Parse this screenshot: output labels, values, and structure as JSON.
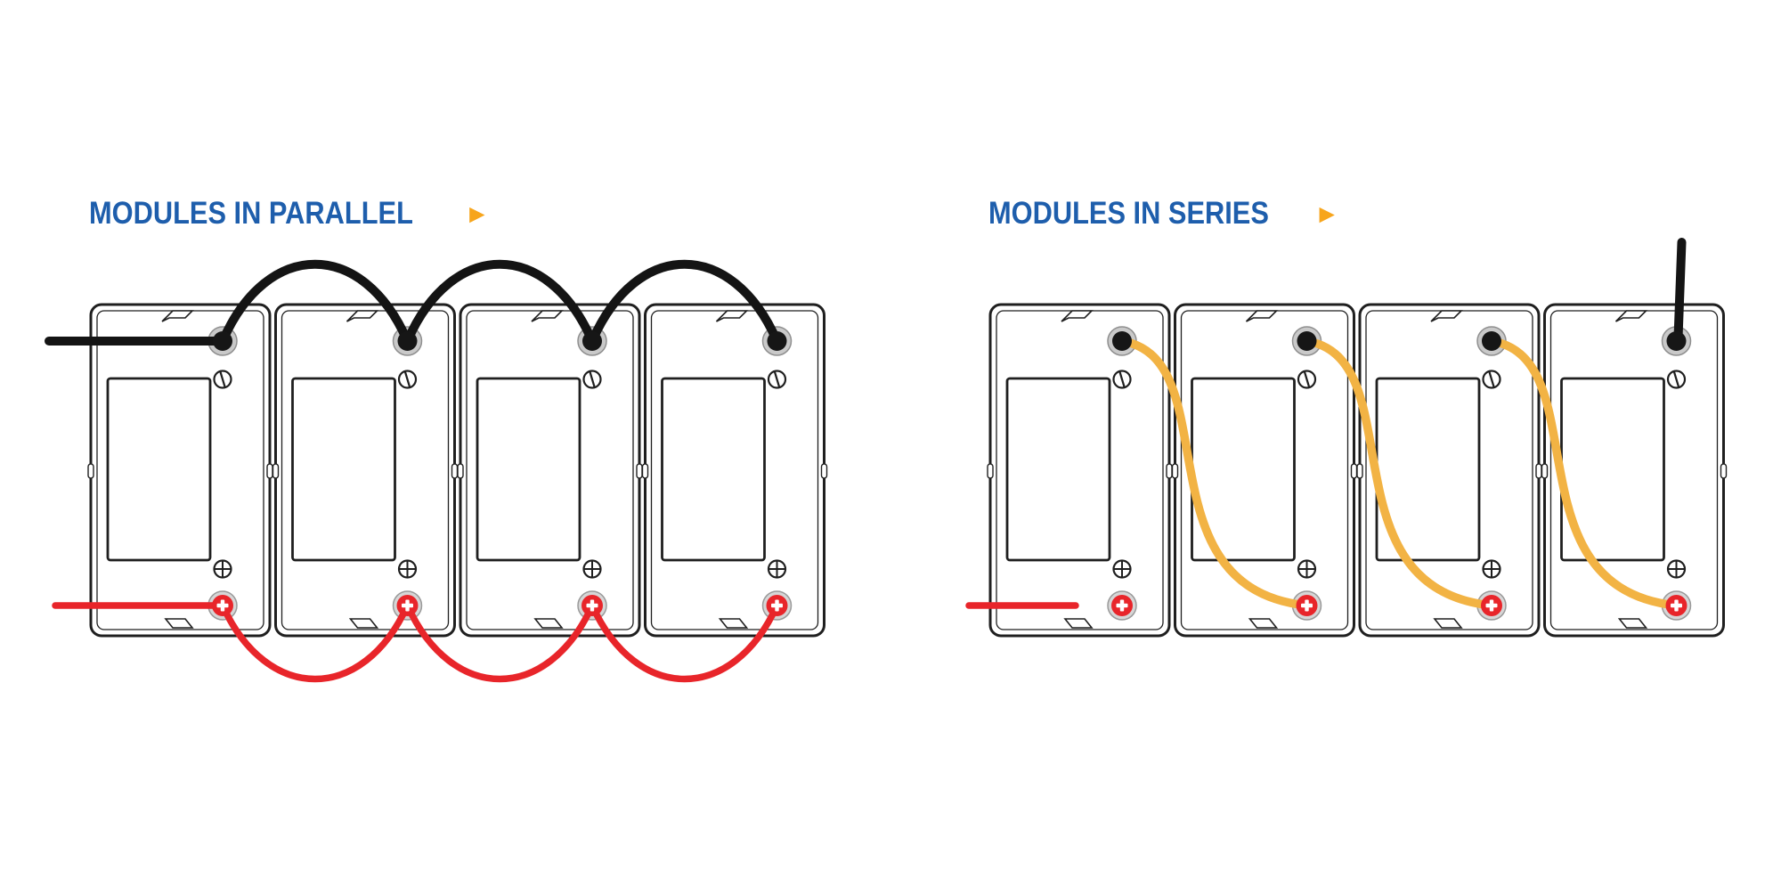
{
  "page": {
    "background_color": "#ffffff"
  },
  "colors": {
    "heading_blue": "#1e5eac",
    "arrow_orange": "#f7a51c",
    "line_dark": "#1f1f1f",
    "wire_black": "#141414",
    "wire_red": "#e8252a",
    "wire_yellow": "#f2b344",
    "terminal_ring_gray": "#c9c9c9"
  },
  "diagrams": [
    {
      "id": "parallel",
      "title": "MODULES IN PARALLEL",
      "arrow_glyph": "▶",
      "module_count": 4,
      "connection": "parallel",
      "wires": {
        "negative_bus_color": "#141414",
        "positive_bus_color": "#e8252a",
        "top_bus": "black arcs join all top (negative) terminals",
        "bottom_bus": "red arcs join all bottom (positive) terminals",
        "negative_lead": "black lead exits left from first module top terminal",
        "positive_lead": "red lead exits left from first module bottom terminal"
      }
    },
    {
      "id": "series",
      "title": "MODULES IN SERIES",
      "arrow_glyph": "▶",
      "module_count": 4,
      "connection": "series",
      "wires": {
        "jumper_color": "#f2b344",
        "negative_lead_color": "#141414",
        "positive_lead_color": "#e8252a",
        "jumpers": "yellow jumpers connect each module top terminal to the next module bottom terminal",
        "positive_lead": "short red stub at lower left of first module",
        "negative_lead": "black lead exits upward from last module top terminal"
      }
    }
  ],
  "module": {
    "top_terminal": "negative terminal (black)",
    "bottom_terminal": "positive terminal (red)",
    "positive_symbol": "+"
  }
}
